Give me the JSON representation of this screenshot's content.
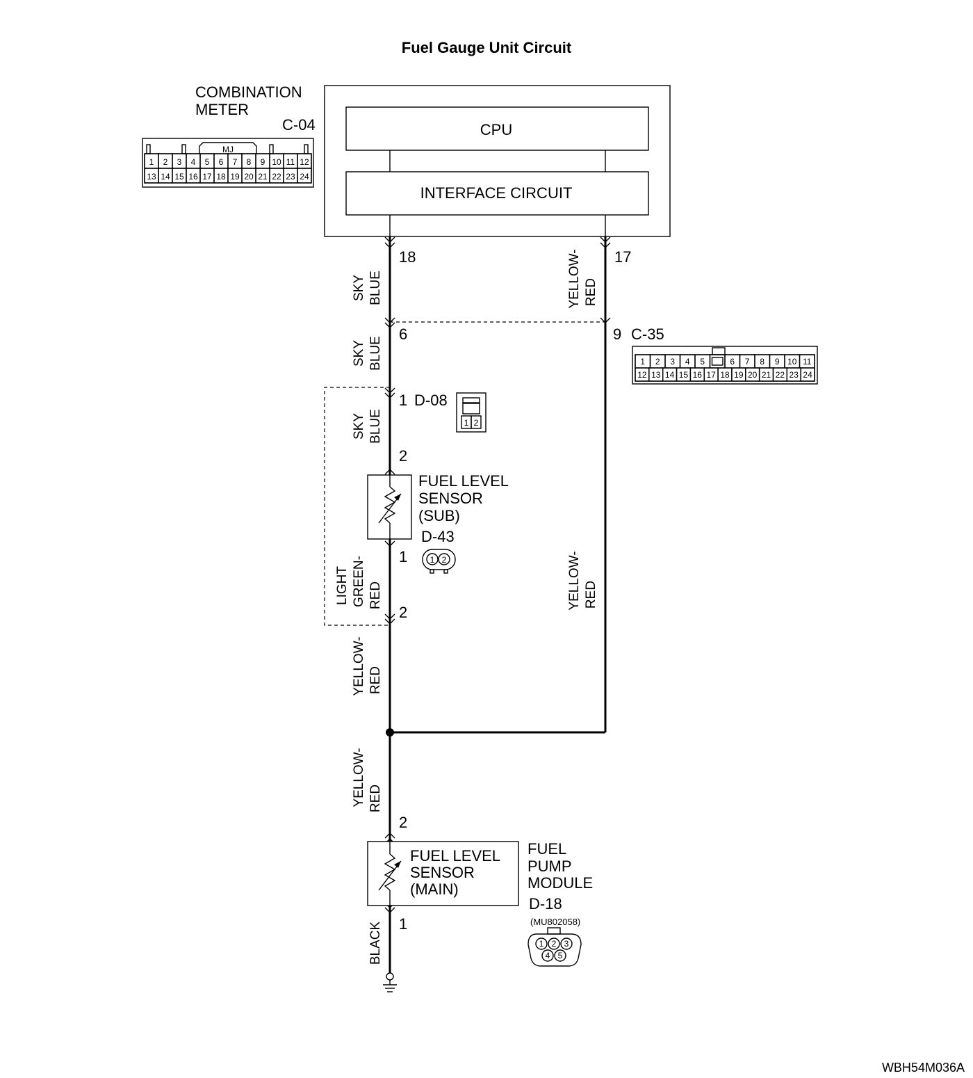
{
  "title": "Fuel Gauge Unit Circuit",
  "combination_meter": {
    "name_line1": "COMBINATION",
    "name_line2": "METER",
    "connector_id": "C-04",
    "connector_tag": "MJ",
    "pins_row1": [
      "1",
      "2",
      "3",
      "4",
      "5",
      "6",
      "7",
      "8",
      "9",
      "10",
      "11",
      "12"
    ],
    "pins_row2": [
      "13",
      "14",
      "15",
      "16",
      "17",
      "18",
      "19",
      "20",
      "21",
      "22",
      "23",
      "24"
    ],
    "cpu_label": "CPU",
    "interface_label": "INTERFACE CIRCUIT"
  },
  "pins": {
    "meter_left": "18",
    "meter_right": "17",
    "c35_left": "6",
    "c35_right": "9",
    "d08_top": "1",
    "d08_bottom": "2",
    "d43_bottom": "1",
    "lgr_bottom": "2",
    "d18_top": "2",
    "d18_bottom": "1"
  },
  "wire_colors": {
    "w1_line1": "SKY",
    "w1_line2": "BLUE",
    "w2_line1": "YELLOW-",
    "w2_line2": "RED",
    "w3_line1": "SKY",
    "w3_line2": "BLUE",
    "w4_line1": "SKY",
    "w4_line2": "BLUE",
    "w5_line1": "LIGHT",
    "w5_line2": "GREEN-",
    "w5_line3": "RED",
    "w6_line1": "YELLOW-",
    "w6_line2": "RED",
    "w7_line1": "YELLOW-",
    "w7_line2": "RED",
    "w8_line1": "YELLOW-",
    "w8_line2": "RED",
    "w9": "BLACK"
  },
  "connector_c35": {
    "id": "C-35",
    "pins_row1": [
      "1",
      "2",
      "3",
      "4",
      "5",
      "",
      "6",
      "7",
      "8",
      "9",
      "10",
      "11"
    ],
    "pins_row2": [
      "12",
      "13",
      "14",
      "15",
      "16",
      "17",
      "18",
      "19",
      "20",
      "21",
      "22",
      "23",
      "24"
    ]
  },
  "connector_d08": {
    "id": "D-08",
    "pins": [
      "1",
      "2"
    ]
  },
  "sensor_sub": {
    "line1": "FUEL LEVEL",
    "line2": "SENSOR",
    "line3": "(SUB)",
    "connector_id": "D-43",
    "pins": [
      "1",
      "2"
    ]
  },
  "sensor_main": {
    "line1": "FUEL LEVEL",
    "line2": "SENSOR",
    "line3": "(MAIN)"
  },
  "fuel_pump_module": {
    "line1": "FUEL",
    "line2": "PUMP",
    "line3": "MODULE",
    "connector_id": "D-18",
    "part_no": "(MU802058)",
    "pins": [
      "1",
      "2",
      "3",
      "4",
      "5"
    ]
  },
  "footer_code": "WBH54M036A"
}
